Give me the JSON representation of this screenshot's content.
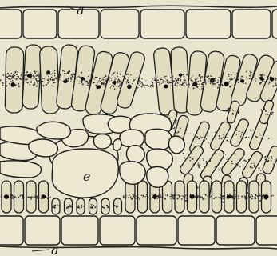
{
  "figure": {
    "labels": {
      "epidermis_top": "a",
      "epidermis_bottom": "a",
      "large_cell": "e"
    }
  }
}
